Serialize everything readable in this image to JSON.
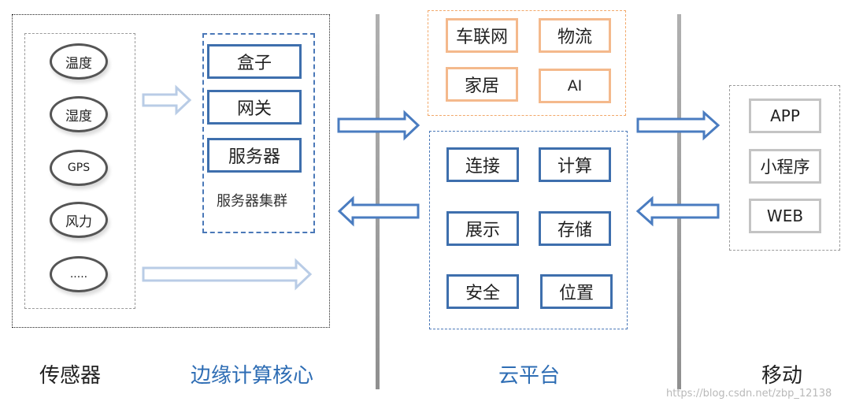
{
  "sensors": {
    "items": [
      "温度",
      "湿度",
      "GPS",
      "风力",
      "....."
    ]
  },
  "edge": {
    "boxes": [
      "盒子",
      "网关",
      "服务器"
    ],
    "cluster_label": "服务器集群"
  },
  "cloud": {
    "top_boxes": [
      "车联网",
      "物流",
      "家居",
      "AI"
    ],
    "bottom_boxes": [
      "连接",
      "计算",
      "展示",
      "存储",
      "安全",
      "位置"
    ]
  },
  "mobile": {
    "boxes": [
      "APP",
      "小程序",
      "WEB"
    ]
  },
  "bottom_labels": {
    "sensors": "传感器",
    "edge": "边缘计算核心",
    "cloud": "云平台",
    "mobile": "移动"
  },
  "watermark": "https://blog.csdn.net/zbp_12138",
  "colors": {
    "accent_blue": "#3e6fad",
    "orange": "#f4b98c",
    "grey": "#c4c4c4"
  }
}
